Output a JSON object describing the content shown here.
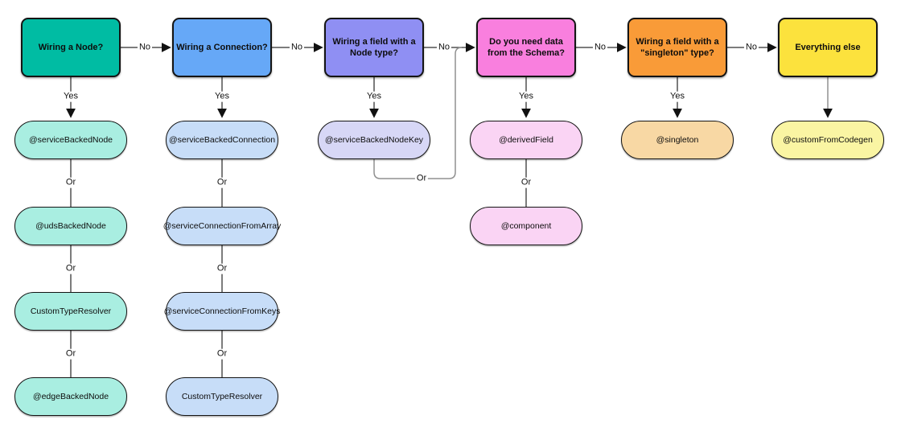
{
  "labels": {
    "no": "No",
    "yes": "Yes",
    "or": "Or"
  },
  "diagram": {
    "columns": [
      {
        "question": "Wiring a Node?",
        "color": "#00bca3",
        "pill_color": "#a9eee1",
        "answers": [
          "@serviceBackedNode",
          "@udsBackedNode",
          "CustomTypeResolver",
          "@edgeBackedNode"
        ]
      },
      {
        "question": "Wiring a Connection?",
        "color": "#66a8f7",
        "pill_color": "#c7ddf8",
        "answers": [
          "@serviceBackedConnection",
          "@serviceConnectionFromArray",
          "@serviceConnectionFromKeys",
          "CustomTypeResolver"
        ]
      },
      {
        "question": "Wiring a field with a Node type?",
        "color": "#8f8ff3",
        "pill_color": "#d7d7f6",
        "answers": [
          "@serviceBackedNodeKey"
        ]
      },
      {
        "question": "Do you need data from the Schema?",
        "color": "#f97fde",
        "pill_color": "#fad4f4",
        "answers": [
          "@derivedField",
          "@component"
        ]
      },
      {
        "question": "Wiring a field with a \"singleton\" type?",
        "color": "#f99b38",
        "pill_color": "#f8d8a4",
        "answers": [
          "@singleton"
        ]
      },
      {
        "question": "Everything else",
        "color": "#fce23d",
        "pill_color": "#faf5a3",
        "answers": [
          "@customFromCodegen"
        ]
      }
    ]
  }
}
